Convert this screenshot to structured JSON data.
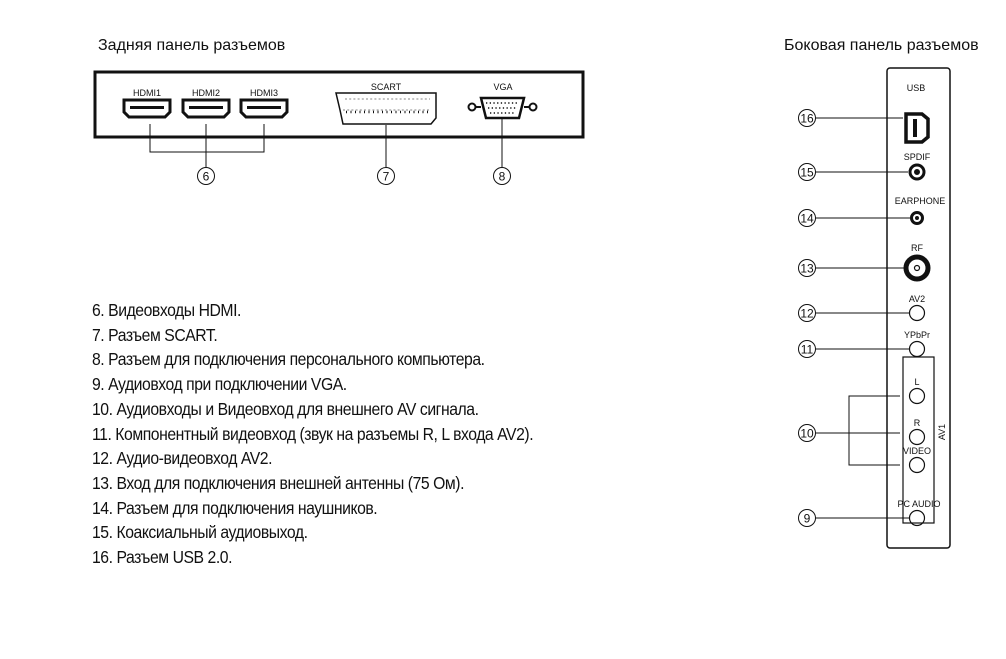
{
  "rear_panel": {
    "title": "Задняя панель разъемов",
    "connectors": {
      "hdmi1": "HDMI1",
      "hdmi2": "HDMI2",
      "hdmi3": "HDMI3",
      "scart": "SCART",
      "vga": "VGA"
    },
    "callouts": {
      "hdmi": "6",
      "scart": "7",
      "vga": "8"
    }
  },
  "side_panel": {
    "title": "Боковая панель разъемов",
    "connectors": {
      "usb": "USB",
      "spdif": "SPDIF",
      "earphone": "EARPHONE",
      "rf": "RF",
      "av2": "AV2",
      "ypbpr": "YPbPr",
      "l": "L",
      "r": "R",
      "video": "VIDEO",
      "av1": "AV1",
      "pc_audio": "PC AUDIO"
    },
    "callouts": {
      "usb": "16",
      "spdif": "15",
      "earphone": "14",
      "rf": "13",
      "av2": "12",
      "ypbpr": "11",
      "av1": "10",
      "pc_audio": "9"
    }
  },
  "legend": [
    "6. Видеовходы HDMI.",
    "7. Разъем SCART.",
    "8. Разъем для подключения персонального компьютера.",
    "9. Аудиовход при подключении VGA.",
    "10. Аудиовходы и Видеовход для внешнего AV сигнала.",
    "11. Компонентный видеовход (звук на разъемы R, L входа AV2).",
    "12. Аудио-видеовход AV2.",
    "13. Вход для подключения внешней антенны (75 Ом).",
    "14. Разъем для подключения наушников.",
    "15. Коаксиальный аудиовыход.",
    "16. Разъем USB 2.0."
  ]
}
